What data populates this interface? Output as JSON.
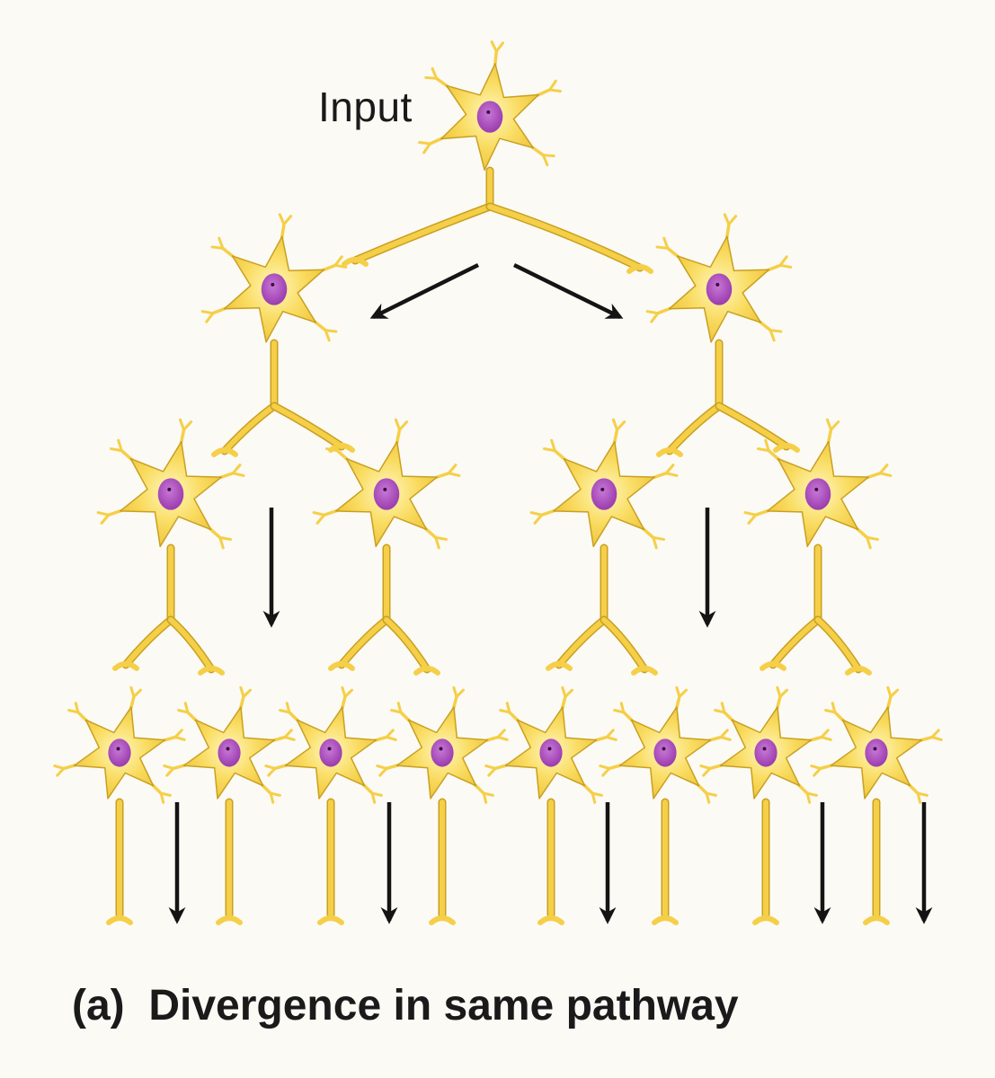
{
  "labels": {
    "input": "Input",
    "panel": "(a)",
    "title": "Divergence in same pathway"
  },
  "colors": {
    "cell_fill": "#f5cf48",
    "cell_light": "#fff6b0",
    "cell_stroke": "#c9a020",
    "nucleus": "#b04fc0",
    "arrow": "#141414",
    "background": "#fbfaf5"
  }
}
